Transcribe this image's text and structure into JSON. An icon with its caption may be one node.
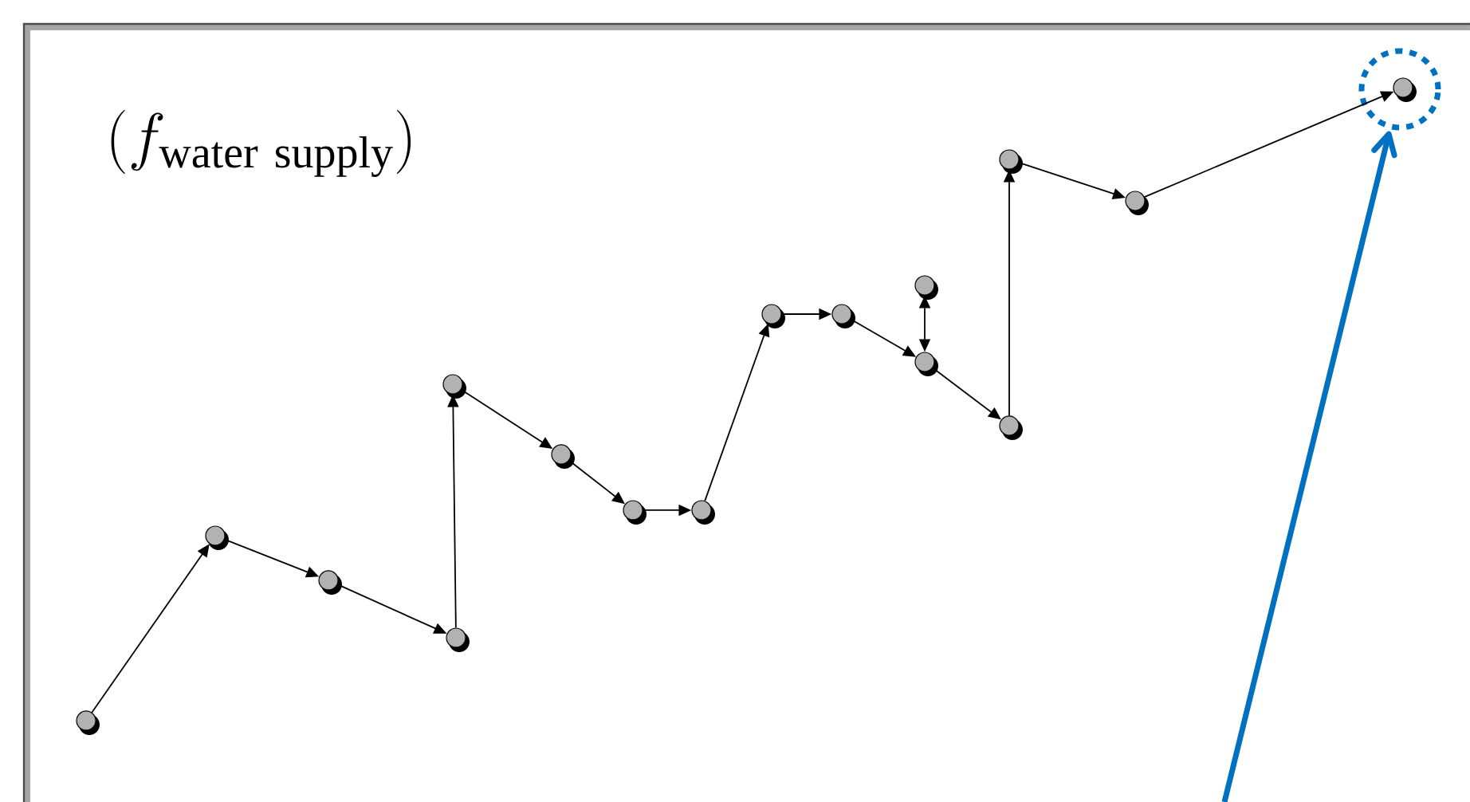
{
  "diagram": {
    "nodes": [
      {
        "text": [],
        "shape": "circle"
      },
      {
        "text": [],
        "shape": "circle"
      },
      {
        "text": [],
        "shape": "circle"
      },
      {
        "text": [],
        "shape": "circle"
      },
      {
        "text": [],
        "shape": "circle"
      },
      {
        "text": [],
        "shape": "circle"
      },
      {
        "text": [],
        "shape": "circle"
      },
      {
        "text": [],
        "shape": "circle"
      },
      {
        "text": [],
        "shape": "circle"
      },
      {
        "text": [],
        "shape": "circle"
      },
      {
        "text": [],
        "shape": "circle"
      },
      {
        "text": [],
        "shape": "circle"
      },
      {
        "text": [],
        "shape": "circle"
      },
      {
        "text": [],
        "shape": "circle"
      },
      {
        "text": [],
        "shape": "circle"
      },
      {
        "text": [],
        "shape": "circle"
      },
      {
        "text": [],
        "shape": "circle",
        "in": 15
      }
    ],
    "edges": [
      {
        "from": 0,
        "to": 1,
        "arrow": "to"
      },
      {
        "from": 1,
        "to": 2,
        "arrow": "to"
      },
      {
        "from": 2,
        "to": 3,
        "arrow": "to"
      },
      {
        "from": 3,
        "to": 4,
        "arrow": "to"
      },
      {
        "from": 4,
        "to": 5,
        "arrow": "to"
      },
      {
        "from": 5,
        "to": 6,
        "arrow": "to"
      },
      {
        "from": 6,
        "to": 7,
        "arrow": "to"
      },
      {
        "from": 7,
        "to": 8,
        "arrow": "to"
      },
      {
        "from": 8,
        "to": 9,
        "arrow": "to"
      },
      {
        "from": 9,
        "to": 11,
        "arrow": "to"
      },
      {
        "from": 10,
        "to": 11,
        "arrow": "both"
      },
      {
        "from": 11,
        "to": 12,
        "arrow": "to"
      },
      {
        "from": 12,
        "to": 13,
        "arrow": "to"
      },
      {
        "from": 13,
        "to": 14,
        "arrow": "to"
      },
      {
        "from": 14,
        "to": 16,
        "arrow": "to"
      },
      {
        "from": null,
        "to": 15,
        "arrow": "to",
        "style": "thick",
        "color": "#0070c0"
      }
    ],
    "labels": [
      "(f_{\\mathrm{water\\ supply}})"
    ]
  }
}
